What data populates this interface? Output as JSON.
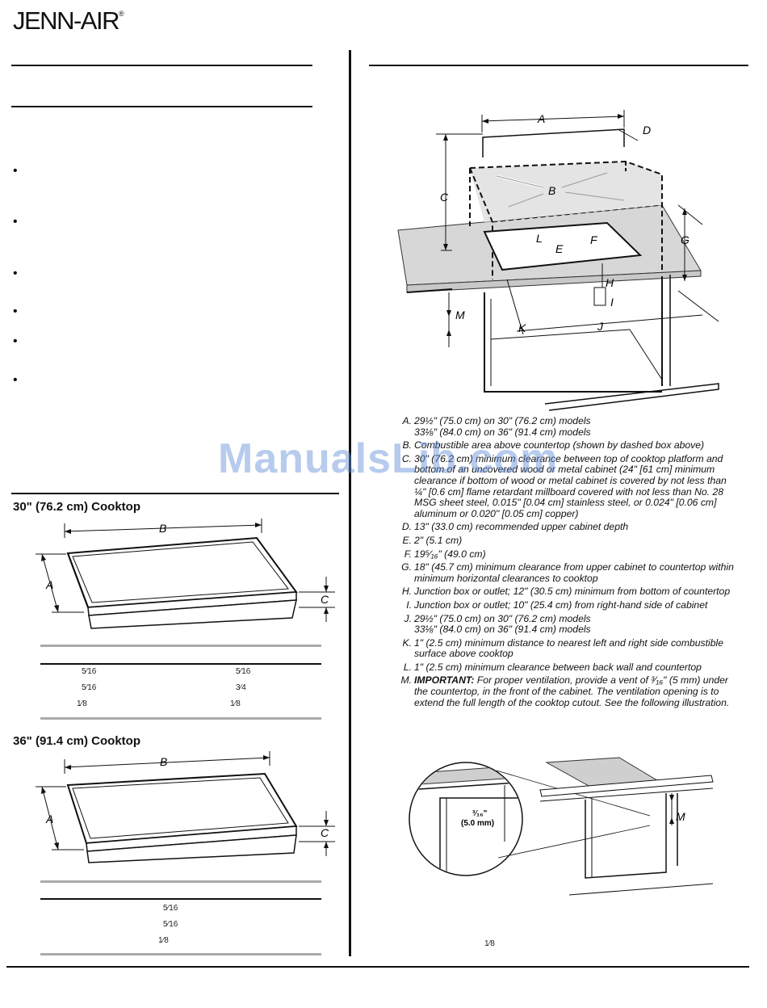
{
  "brand": {
    "logo_text": "JENN-AIR",
    "registered": "®"
  },
  "cooktop_30": {
    "title": "30\" (76.2 cm) Cooktop",
    "label_a": "A",
    "label_b": "B",
    "label_c": "C",
    "fractions": [
      "5⁄16",
      "5⁄16",
      "5⁄16",
      "3⁄4",
      "1⁄8",
      "1⁄8"
    ]
  },
  "cooktop_36": {
    "title": "36\" (91.4 cm) Cooktop",
    "label_a": "A",
    "label_b": "B",
    "label_c": "C",
    "fractions": [
      "5⁄16",
      "5⁄16",
      "1⁄8"
    ]
  },
  "installation_diagram": {
    "labels": {
      "A": "A",
      "B": "B",
      "C": "C",
      "D": "D",
      "E": "E",
      "F": "F",
      "G": "G",
      "H": "H",
      "I": "I",
      "J": "J",
      "K": "K",
      "L": "L",
      "M": "M"
    }
  },
  "notes": [
    {
      "key": "A.",
      "text": "29½\" (75.0 cm) on 30\" (76.2 cm) models\n33⅛\" (84.0 cm) on 36\" (91.4 cm) models"
    },
    {
      "key": "B.",
      "text": "Combustible area above countertop (shown by dashed box above)"
    },
    {
      "key": "C.",
      "text": "30\" (76.2 cm) minimum clearance between top of cooktop platform and bottom of an uncovered wood or metal cabinet (24\" [61 cm] minimum clearance if bottom of wood or metal cabinet is covered by not less than ¼\" [0.6 cm] flame retardant millboard covered with not less than No. 28 MSG sheet steel, 0.015\" [0.04 cm] stainless steel, or 0.024\" [0.06 cm] aluminum or 0.020\" [0.05 cm] copper)"
    },
    {
      "key": "D.",
      "text": "13\" (33.0 cm) recommended upper cabinet depth"
    },
    {
      "key": "E.",
      "text": "2\" (5.1 cm)"
    },
    {
      "key": "F.",
      "text": "19⁵⁄₁₆\" (49.0 cm)"
    },
    {
      "key": "G.",
      "text": "18\" (45.7 cm) minimum clearance from upper cabinet to countertop within minimum horizontal clearances to cooktop"
    },
    {
      "key": "H.",
      "text": "Junction box or outlet; 12\" (30.5 cm) minimum from bottom of countertop"
    },
    {
      "key": "I.",
      "text": "Junction box or outlet; 10\" (25.4 cm) from right-hand side of cabinet"
    },
    {
      "key": "J.",
      "text": "29½\" (75.0 cm) on 30\" (76.2 cm) models\n33⅛\" (84.0 cm) on 36\" (91.4 cm) models"
    },
    {
      "key": "K.",
      "text": "1\" (2.5 cm) minimum distance to nearest left and right side combustible surface above cooktop"
    },
    {
      "key": "L.",
      "text": "1\" (2.5 cm) minimum clearance between back wall and countertop"
    },
    {
      "key": "M.",
      "bold": "IMPORTANT:",
      "text": " For proper ventilation, provide a vent of ³⁄₁₆\" (5 mm) under the countertop, in the front of the cabinet. The ventilation opening is to extend the full length of the cooktop cutout. See the following illustration."
    }
  ],
  "vent_detail": {
    "dimension": "³⁄₁₆\"",
    "metric": "(5.0 mm)",
    "label_m": "M"
  },
  "footer_fraction": "1⁄8",
  "watermark": "ManualsLib.com"
}
